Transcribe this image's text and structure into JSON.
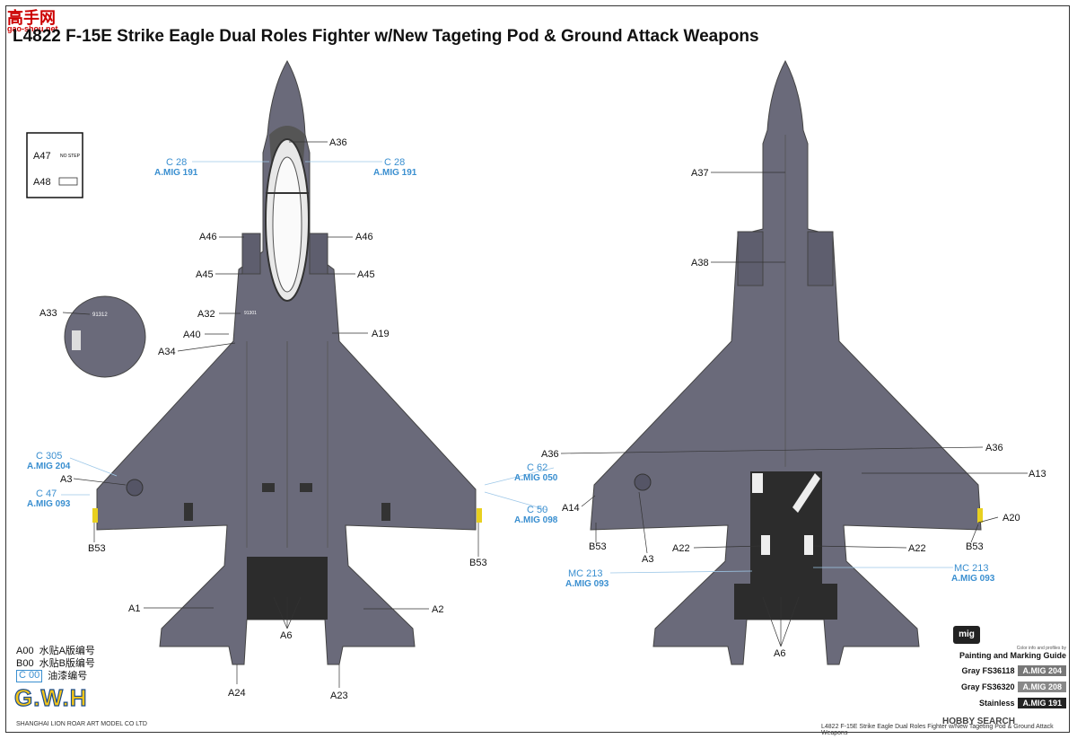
{
  "watermark": {
    "top": "高手网",
    "sub": "gao-shou.net"
  },
  "title": "L4822 F-15E Strike Eagle Dual Roles Fighter w/New Tageting Pod & Ground Attack Weapons",
  "inset": {
    "a47": "A47",
    "no_step": "NO STEP",
    "a48": "A48"
  },
  "top_labels": {
    "a36": "A36",
    "a46l": "A46",
    "a46r": "A46",
    "a45l": "A45",
    "a45r": "A45",
    "a33": "A33",
    "a32": "A32",
    "a40": "A40",
    "a34": "A34",
    "a19": "A19",
    "a3": "A3",
    "b53l": "B53",
    "b53r": "B53",
    "a1": "A1",
    "a2": "A2",
    "a6": "A6",
    "a24": "A24",
    "a23": "A23",
    "serial": "91312",
    "serial2": "91301"
  },
  "top_colors": {
    "c28_l": "C 28",
    "mig191_l": "A.MIG 191",
    "c28_r": "C 28",
    "mig191_r": "A.MIG 191",
    "c305": "C 305",
    "mig204": "A.MIG 204",
    "c47": "C 47",
    "mig093": "A.MIG 093",
    "c62": "C 62",
    "mig050": "A.MIG 050",
    "c50": "C 50",
    "mig098": "A.MIG 098"
  },
  "bottom_labels": {
    "a37": "A37",
    "a38": "A38",
    "a36l": "A36",
    "a36r": "A36",
    "a13": "A13",
    "a14": "A14",
    "a20": "A20",
    "b53l": "B53",
    "a3": "A3",
    "b53r": "B53",
    "a22l": "A22",
    "a22r": "A22",
    "a6": "A6"
  },
  "bottom_colors": {
    "mc213_l": "MC 213",
    "mig093_l": "A.MIG 093",
    "mc213_r": "MC 213",
    "mig093_r": "A.MIG 093"
  },
  "legend": {
    "a00": "A00",
    "a00_text": "水贴A版编号",
    "b00": "B00",
    "b00_text": "水贴B版编号",
    "c00": "C 00",
    "c00_text": "油漆编号"
  },
  "brand": "G.W.H",
  "footer_left": "SHANGHAI LION ROAR ART MODEL CO LTD",
  "footer_right": "L4822 F-15E Strike Eagle Dual Roles Fighter w/New Tageting Pod & Ground Attack Weapons",
  "guide": {
    "logo": "mig",
    "subtitle": "Color info and profiles by",
    "heading": "Painting and Marking Guide",
    "paints": [
      {
        "name": "Gray FS36118",
        "code": "A.MIG 204",
        "color": "#777"
      },
      {
        "name": "Gray FS36320",
        "code": "A.MIG 208",
        "color": "#888"
      },
      {
        "name": "Stainless",
        "code": "A.MIG 191",
        "color": "#222"
      }
    ]
  },
  "hobby": "HOBBY SEARCH"
}
